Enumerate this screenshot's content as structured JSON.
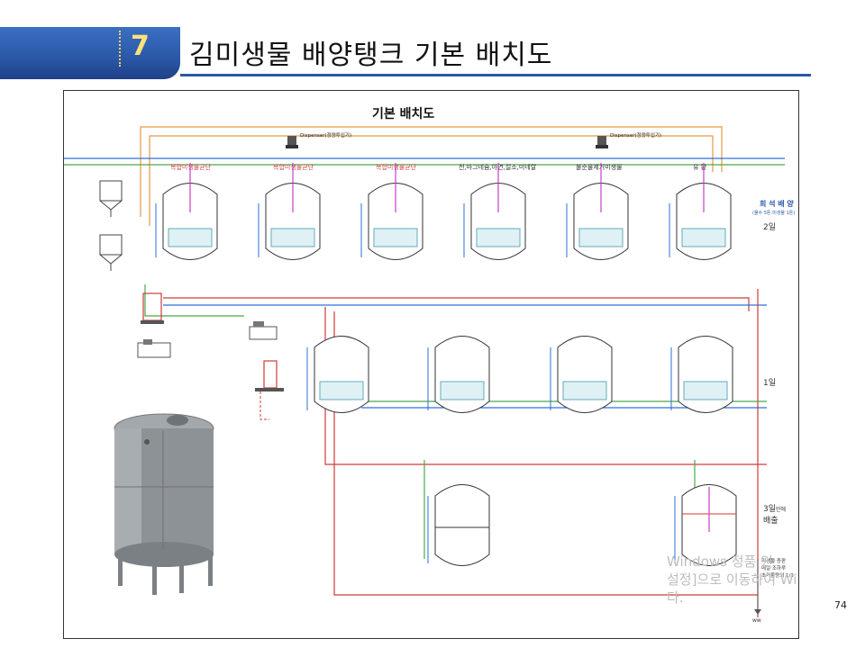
{
  "header": {
    "section_number": "7",
    "title": "김미생물 배양탱크 기본 배치도"
  },
  "diagram": {
    "title": "기본 배치도",
    "dispenser_label": "Dispenser(정량투입기)",
    "top_row_labels": [
      "복합미생물균단",
      "복합미생물균단",
      "복합미생물균단",
      "천,마그네슘,아연,질소,미네랄",
      "불순물제거미생물",
      "유 황"
    ],
    "right_labels": {
      "dilution_title": "희 석 배 양",
      "dilution_sub": "(물수 5톤:미생물 1톤)",
      "day2": "2일",
      "day1": "1일",
      "day3_a": "3일",
      "day3_b": "만에",
      "day3_c": "배출",
      "small_note_1": "미생물 증판",
      "small_note_2": "매일 조하루",
      "small_note_3": "초기물량의 1/3",
      "outlet": "ww"
    }
  },
  "watermark": {
    "line1": "Windows 정품 인",
    "line2": "설정]으로 이동하여 Wi",
    "line3": "다."
  },
  "page_number": "74",
  "colors": {
    "header_blue": "#2b58a8",
    "pipe_blue": "#2e6fd8",
    "pipe_red": "#d23a3a",
    "pipe_orange": "#e39a45",
    "pipe_green": "#4aa84a",
    "pipe_magenta": "#c63fc6",
    "label_red": "#d24a4a",
    "tank_grey": "#8d9296"
  }
}
